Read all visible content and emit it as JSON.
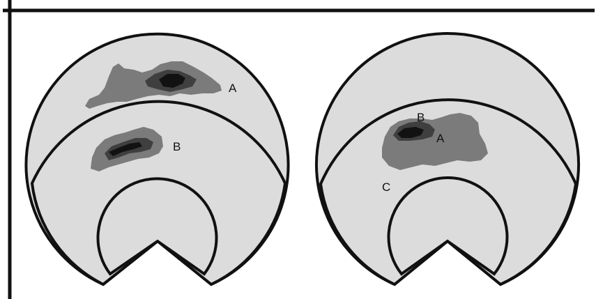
{
  "colors": {
    "frame": "#111111",
    "disc_fill": "#dcdcdc",
    "region_mid": "#7b7b7b",
    "region_dark": "#3f3f3f",
    "region_core": "#121212"
  },
  "left_panel": {
    "labels": {
      "a": "A",
      "b": "B"
    }
  },
  "right_panel": {
    "labels": {
      "a": "A",
      "b": "B",
      "c": "C"
    }
  }
}
